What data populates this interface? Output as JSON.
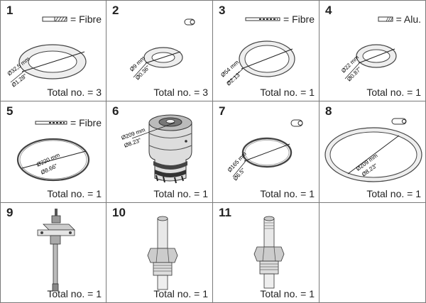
{
  "parts": [
    {
      "number": "1",
      "material": "= Fibre",
      "dim_mm": "Ø32,5 mm",
      "dim_in": "Ø1.28\"",
      "total": "Total no. = 3"
    },
    {
      "number": "2",
      "material": "",
      "dim_mm": "Ø9 mm",
      "dim_in": "Ø0.36\"",
      "total": "Total no. = 3"
    },
    {
      "number": "3",
      "material": "= Fibre",
      "dim_mm": "Ø54 mm",
      "dim_in": "Ø2.13\"",
      "total": "Total no. = 1"
    },
    {
      "number": "4",
      "material": "= Alu.",
      "dim_mm": "Ø22 mm",
      "dim_in": "Ø0.87\"",
      "total": "Total no. = 1"
    },
    {
      "number": "5",
      "material": "= Fibre",
      "dim_mm": "Ø220 mm",
      "dim_in": "Ø8.66\"",
      "total": "Total no. = 1"
    },
    {
      "number": "6",
      "material": "",
      "dim_mm": "Ø209 mm",
      "dim_in": "Ø8.23\"",
      "total": "Total no. = 1"
    },
    {
      "number": "7",
      "material": "",
      "dim_mm": "Ø165 mm",
      "dim_in": "Ø6.5\"",
      "total": "Total no. = 1"
    },
    {
      "number": "8",
      "material": "",
      "dim_mm": "Ø209 mm",
      "dim_in": "Ø8.23\"",
      "total": "Total no. = 1"
    },
    {
      "number": "9",
      "material": "",
      "dim_mm": "",
      "dim_in": "",
      "total": "Total no. = 1"
    },
    {
      "number": "10",
      "material": "",
      "dim_mm": "",
      "dim_in": "",
      "total": "Total no. = 1"
    },
    {
      "number": "11",
      "material": "",
      "dim_mm": "",
      "dim_in": "",
      "total": "Total no. = 1"
    }
  ]
}
